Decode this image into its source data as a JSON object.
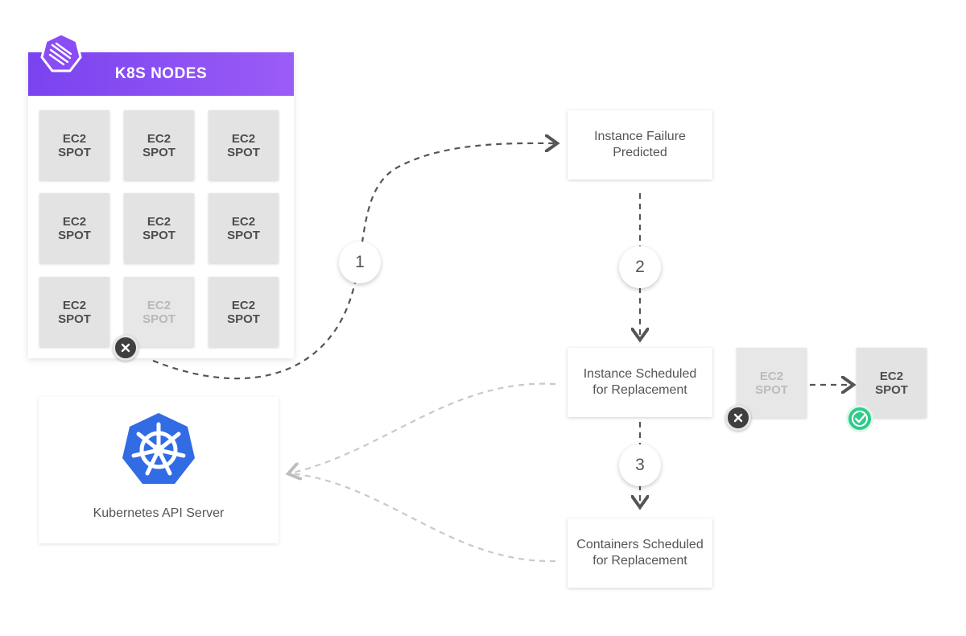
{
  "panel": {
    "title": "K8S NODES",
    "nodes": [
      {
        "line1": "EC2",
        "line2": "SPOT",
        "state": "active"
      },
      {
        "line1": "EC2",
        "line2": "SPOT",
        "state": "active"
      },
      {
        "line1": "EC2",
        "line2": "SPOT",
        "state": "active"
      },
      {
        "line1": "EC2",
        "line2": "SPOT",
        "state": "active"
      },
      {
        "line1": "EC2",
        "line2": "SPOT",
        "state": "active"
      },
      {
        "line1": "EC2",
        "line2": "SPOT",
        "state": "active"
      },
      {
        "line1": "EC2",
        "line2": "SPOT",
        "state": "active"
      },
      {
        "line1": "EC2",
        "line2": "SPOT",
        "state": "faded"
      },
      {
        "line1": "EC2",
        "line2": "SPOT",
        "state": "active"
      }
    ]
  },
  "api": {
    "label": "Kubernetes API Server"
  },
  "flow": {
    "failure": {
      "line1": "Instance Failure",
      "line2": "Predicted"
    },
    "scheduled": {
      "line1": "Instance Scheduled",
      "line2": "for Replacement"
    },
    "containers": {
      "line1": "Containers Scheduled",
      "line2": "for Replacement"
    },
    "steps": [
      "1",
      "2",
      "3"
    ]
  },
  "replacement": {
    "old": {
      "line1": "EC2",
      "line2": "SPOT"
    },
    "new": {
      "line1": "EC2",
      "line2": "SPOT"
    }
  },
  "colors": {
    "accent_start": "#7a43f0",
    "accent_end": "#9b5cf6",
    "k8s_blue": "#326ce5",
    "ok_green": "#2ecc8a",
    "fail_dark": "#3f3f3f"
  }
}
